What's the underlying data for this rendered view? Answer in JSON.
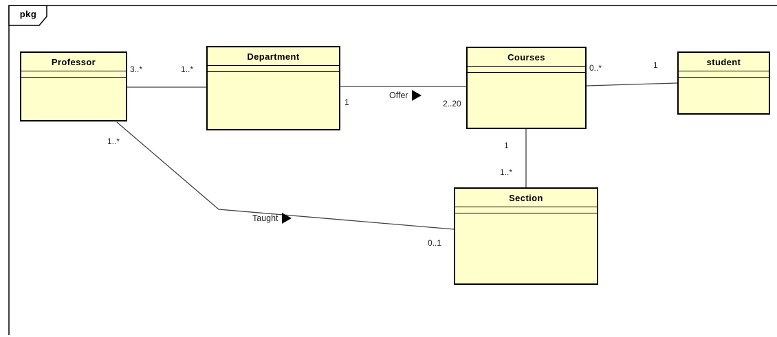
{
  "frame": {
    "label": "pkg"
  },
  "colors": {
    "class_fill": "#FFFFCC",
    "class_border": "#000000",
    "line_color": "#404040",
    "label_color": "#1F1F1F"
  },
  "classes": [
    {
      "name": "Professor"
    },
    {
      "name": "Department"
    },
    {
      "name": "Courses"
    },
    {
      "name": "student"
    },
    {
      "name": "Section"
    }
  ],
  "associations": [
    {
      "from": "Professor",
      "to": "Department",
      "from_mult": "3..*",
      "to_mult": "1..*"
    },
    {
      "name": "Offer",
      "direction": "right",
      "from": "Department",
      "to": "Courses",
      "from_mult": "1",
      "to_mult": "2..20"
    },
    {
      "from": "Courses",
      "to": "student",
      "from_mult": "0..*",
      "to_mult": "1"
    },
    {
      "from": "Courses",
      "to": "Section",
      "from_mult": "1",
      "to_mult": "1..*"
    },
    {
      "name": "Taught",
      "direction": "right",
      "from": "Professor",
      "to": "Section",
      "from_mult": "1..*",
      "to_mult": "0..1"
    }
  ]
}
